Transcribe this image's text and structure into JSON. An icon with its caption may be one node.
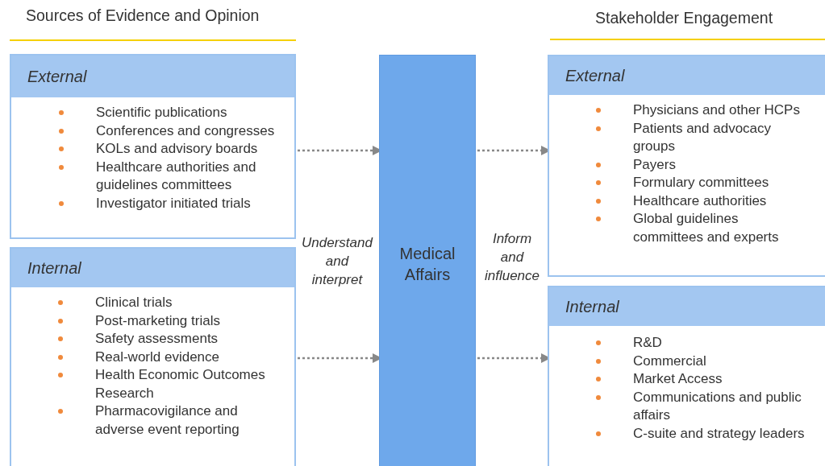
{
  "diagram": {
    "nodes": [
      {
        "text": [
          "External",
          "Scientific publications",
          "Conferences and congresses",
          "KOLs and advisory boards",
          "Healthcare authorities and guidelines committees",
          "Investigator initiated trials"
        ]
      },
      {
        "text": [
          "Internal",
          "Clinical trials",
          "Post-marketing trials",
          "Safety assessments",
          "Real-world evidence",
          "Health Economic Outcomes Research",
          "Pharmacovigilance and adverse event reporting"
        ]
      },
      {
        "text": [
          "Medical Affairs"
        ]
      },
      {
        "text": [
          "External",
          "Physicians and other HCPs",
          "Patients and advocacy groups",
          "Payers",
          "Formulary committees",
          "Healthcare authorities",
          "Global guidelines committees and experts"
        ]
      },
      {
        "text": [
          "Internal",
          "R&D",
          "Commercial",
          "Market Access",
          "Communications and public affairs",
          "C-suite and strategy leaders"
        ]
      }
    ],
    "edges": [
      {
        "from": 0,
        "to": 2,
        "arrow": "to"
      },
      {
        "from": 1,
        "to": 2,
        "arrow": "to"
      },
      {
        "from": 2,
        "to": 3,
        "arrow": "to"
      },
      {
        "from": 2,
        "to": 4,
        "arrow": "to"
      }
    ],
    "labels": [
      "Sources of Evidence and Opinion",
      "Stakeholder Engagement",
      "Understand and interpret",
      "Inform and influence"
    ]
  }
}
